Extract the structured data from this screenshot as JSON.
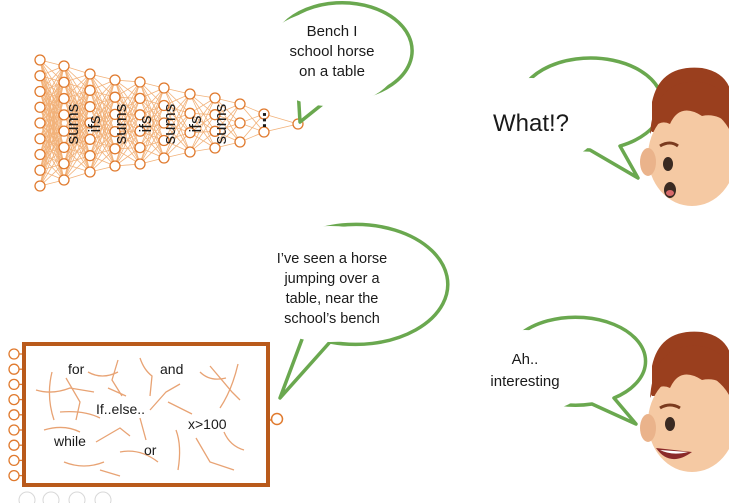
{
  "top_panel": {
    "network_layer_labels": [
      "sums",
      "ifs",
      "sums",
      "ifs",
      "sums",
      "ifs",
      "sums"
    ],
    "network_ellipsis": "...",
    "network_bubble_lines": [
      "Bench I",
      "school horse",
      "on a table"
    ],
    "person_bubble_text": "What!?"
  },
  "bottom_panel": {
    "box_words": {
      "for": "for",
      "and": "and",
      "ifelse": "If..else..",
      "x100": "x>100",
      "while": "while",
      "or": "or"
    },
    "box_bubble_lines": [
      "I’ve seen a horse",
      "jumping over a",
      "table, near the",
      "school’s bench"
    ],
    "person_bubble_lines": [
      "Ah..",
      "interesting"
    ]
  },
  "colors": {
    "network_lines": "#f2b27a",
    "network_nodes": "#e07a2e",
    "box_border": "#b95a1b",
    "bubble_border": "#6aa84f",
    "hair": "#9a3f1e",
    "skin": "#f5c9a3"
  },
  "icons": [
    "neural-network-icon",
    "face-icon",
    "code-box-icon"
  ]
}
